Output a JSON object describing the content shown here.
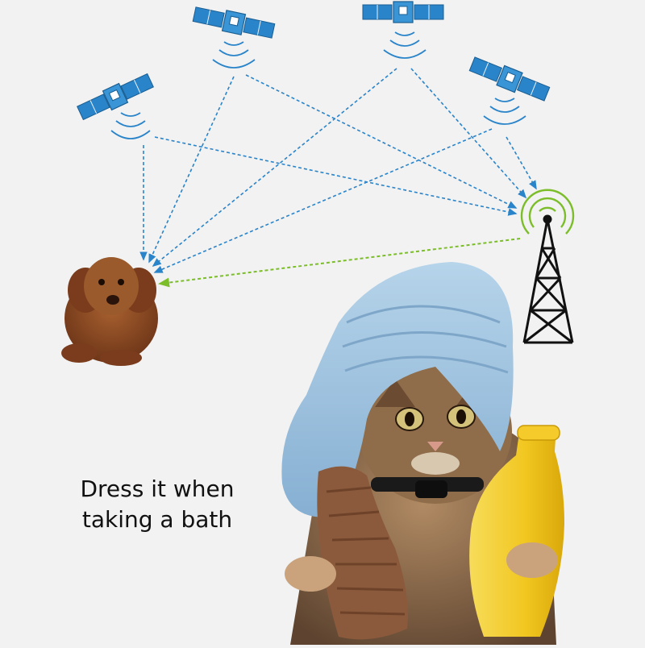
{
  "caption": {
    "line1": "Dress it when",
    "line2": "taking a bath"
  },
  "colors": {
    "background": "#f2f2f2",
    "satellite_blue": "#2a84c9",
    "satellite_signal_lines": "#2a84c9",
    "tower_link_line": "#7cbd2a",
    "tower": "#111111",
    "towel": "#9fc3df",
    "bottle": "#f4cb2a",
    "sponge": "#8b5a3c",
    "dog_fur": "#8a4a25",
    "cat_fur": "#8e6a48"
  },
  "icons": [
    "satellite-icon",
    "satellite-icon",
    "satellite-icon",
    "satellite-icon",
    "cell-tower-icon",
    "wireless-signal-icon",
    "dog-illustration",
    "cat-illustration"
  ]
}
